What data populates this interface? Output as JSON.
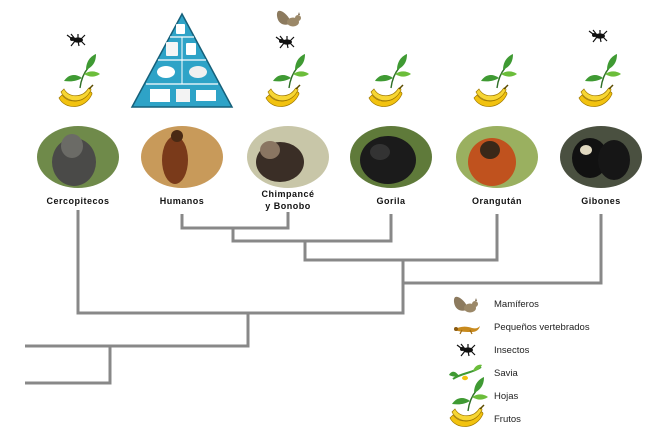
{
  "species": [
    {
      "id": "cercopitecos",
      "label": "Cercopitecos",
      "diet": [
        "insects",
        "leaves",
        "fruits"
      ]
    },
    {
      "id": "humanos",
      "label": "Humanos",
      "diet": [
        "food-pyramid"
      ]
    },
    {
      "id": "chimpance",
      "label": "Chimpancé\ny Bonobo",
      "diet": [
        "mammals",
        "insects",
        "leaves",
        "fruits"
      ]
    },
    {
      "id": "gorila",
      "label": "Gorila",
      "diet": [
        "leaves",
        "fruits"
      ]
    },
    {
      "id": "orangutan",
      "label": "Orangután",
      "diet": [
        "leaves",
        "fruits"
      ]
    },
    {
      "id": "gibones",
      "label": "Gibones",
      "diet": [
        "insects",
        "leaves",
        "fruits"
      ]
    }
  ],
  "legend": [
    {
      "icon": "squirrel-icon",
      "label": "Mamíferos"
    },
    {
      "icon": "small-vertebrate-icon",
      "label": "Pequeños vertebrados"
    },
    {
      "icon": "insect-icon",
      "label": "Insectos"
    },
    {
      "icon": "sap-icon",
      "label": "Savia"
    },
    {
      "icon": "leaves-icon",
      "label": "Hojas"
    },
    {
      "icon": "banana-icon",
      "label": "Frutos"
    }
  ],
  "colors": {
    "tree": "#888888",
    "leaf": "#3f9a33",
    "banana": "#f2c20f",
    "pyramid": "#2ea3c7"
  }
}
